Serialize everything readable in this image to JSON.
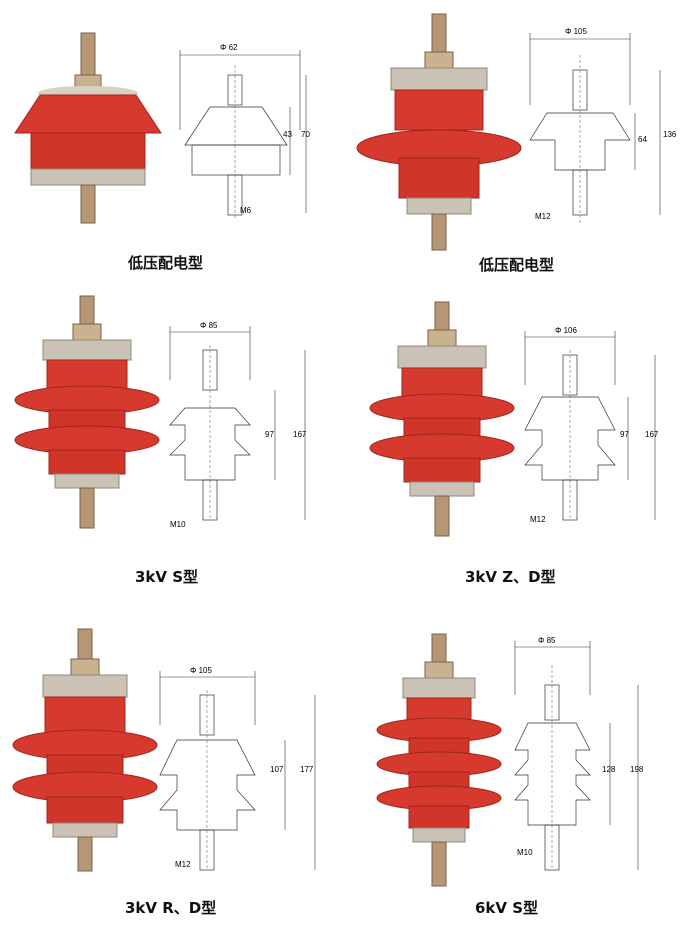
{
  "colors": {
    "rubber": "#d63a2e",
    "rubber_dark": "#a3241b",
    "metal": "#c9c2b5",
    "metal_dark": "#8f887c",
    "brass": "#b89c7a"
  },
  "items": [
    {
      "caption": "低压配电型",
      "diameter": "Φ 62",
      "dim_inner": "43",
      "dim_outer": "70",
      "thread": "M6",
      "shape": "cone"
    },
    {
      "caption": "低压配电型",
      "diameter": "Φ 105",
      "dim_inner": "64",
      "dim_outer": "136",
      "thread": "M12",
      "shape": "oneshed"
    },
    {
      "caption": "3kV  S型",
      "diameter": "Φ 85",
      "dim_inner": "97",
      "dim_outer": "167",
      "thread": "M10",
      "shape": "twoshed"
    },
    {
      "caption": "3kV  Z、D型",
      "diameter": "Φ 106",
      "dim_inner": "97",
      "dim_outer": "167",
      "thread": "M12",
      "shape": "twoshed"
    },
    {
      "caption": "3kV  R、D型",
      "diameter": "Φ 105",
      "dim_inner": "107",
      "dim_outer": "177",
      "thread": "M12",
      "shape": "twoshed"
    },
    {
      "caption": "6kV  S型",
      "diameter": "Φ 85",
      "dim_inner": "128",
      "dim_outer": "198",
      "thread": "M10",
      "shape": "threeshed"
    }
  ]
}
